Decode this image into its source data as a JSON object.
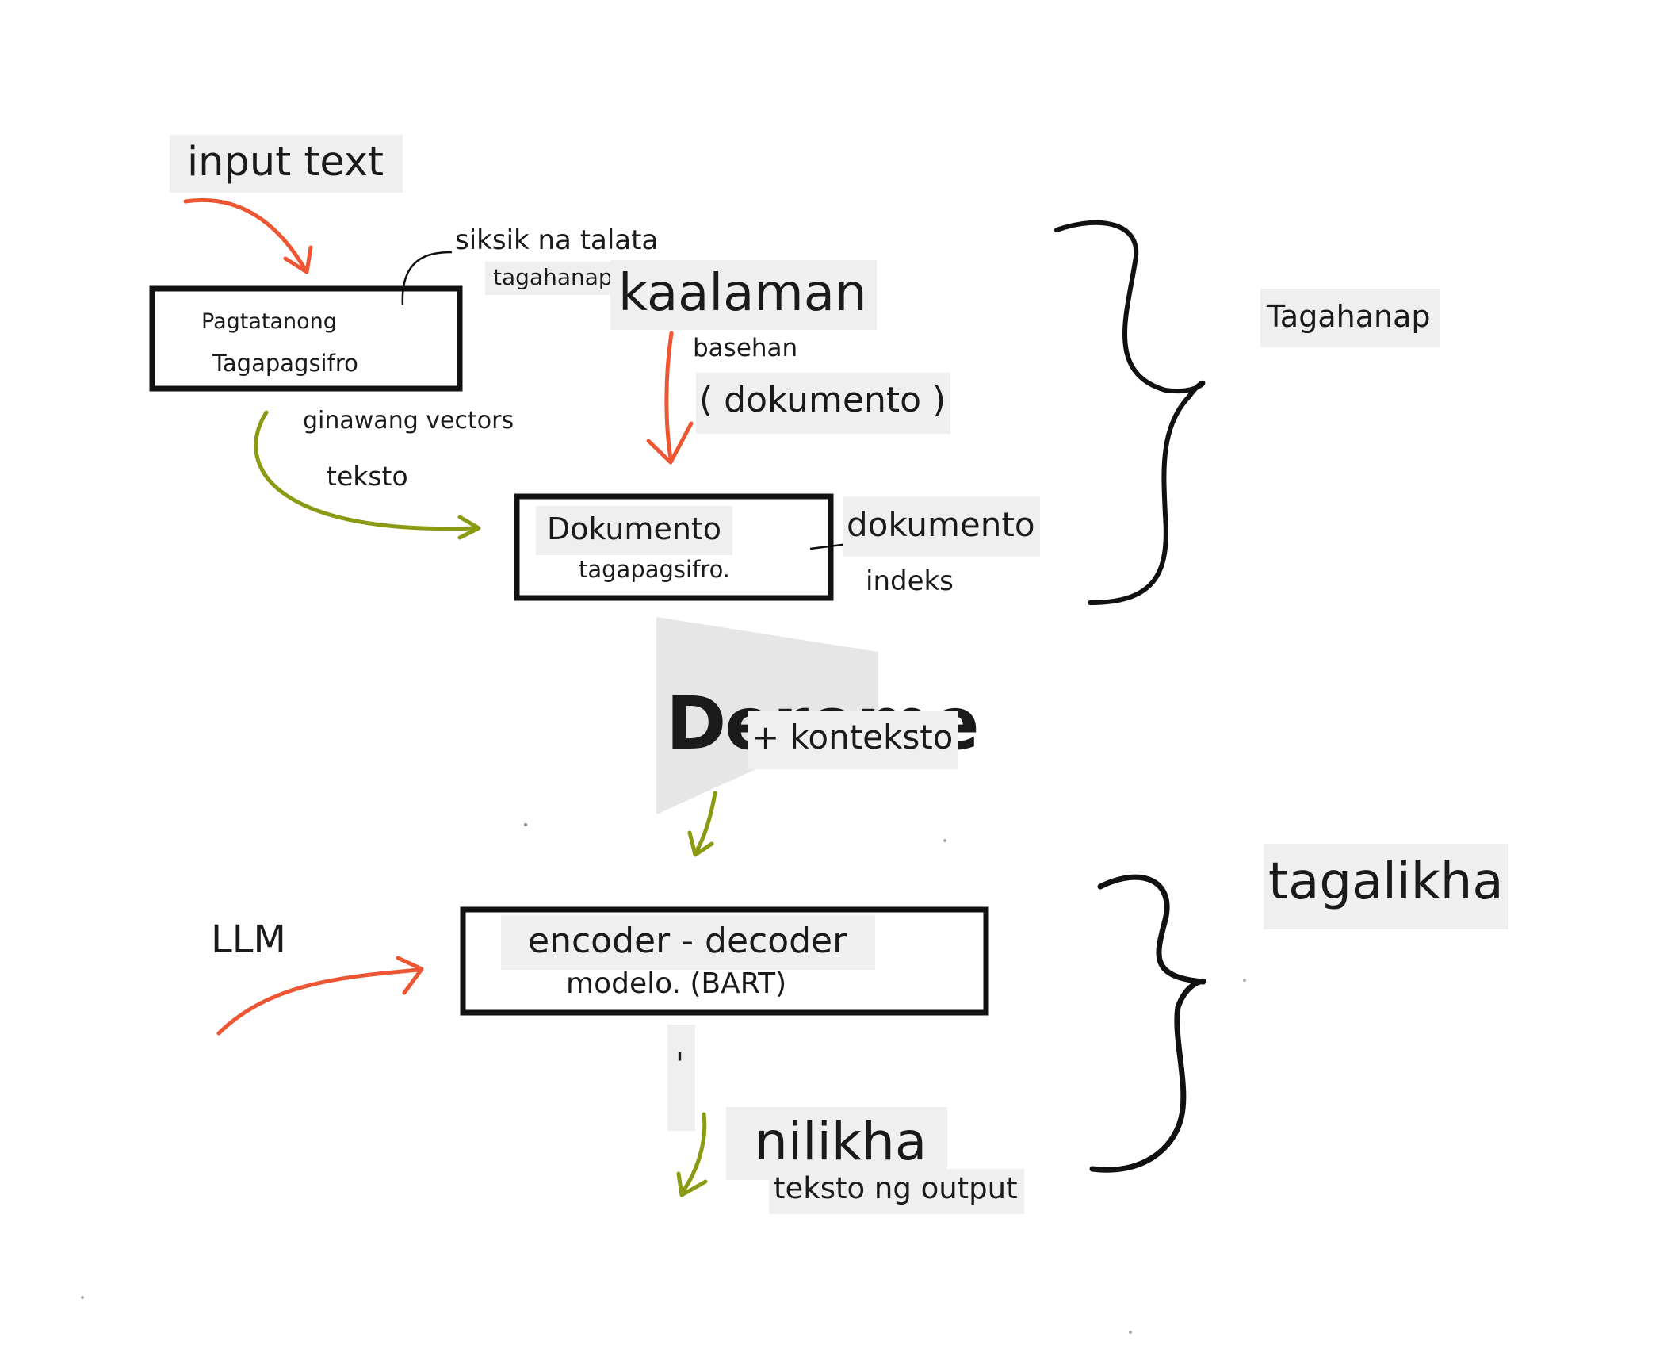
{
  "colors": {
    "arrow_red": "#ee5533",
    "arrow_green": "#8a9a12",
    "ink": "#111111",
    "label_bg": "#efefef",
    "wedge": "#e6e6e6"
  },
  "labels": {
    "input_text": "input text",
    "siksik_na_talata": "siksik na talata",
    "tagahanap_small": "tagahanap",
    "kaalaman": "kaalaman",
    "basehan": "basehan",
    "dokumento_paren": "( dokumento )",
    "pagtatanong": "Pagtatanong",
    "tagapagsifro": "Tagapagsifro",
    "ginawang_vectors": "ginawang vectors",
    "teksto": "teksto",
    "dokumento_box": "Dokumento",
    "tagapagsifro_dot": "tagapagsifro.",
    "dokumento_right": "dokumento",
    "indeks": "indeks",
    "tagahanap_big": "Tagahanap",
    "derome": "Derome",
    "konteksto": "+ konteksto",
    "llm": "LLM",
    "encoder_decoder": "encoder - decoder",
    "modelo_bart": "modelo. (BART)",
    "tagalikha": "tagalikha",
    "nilikha": "nilikha",
    "teksto_ng_output": "teksto ng output",
    "tick": "'"
  }
}
